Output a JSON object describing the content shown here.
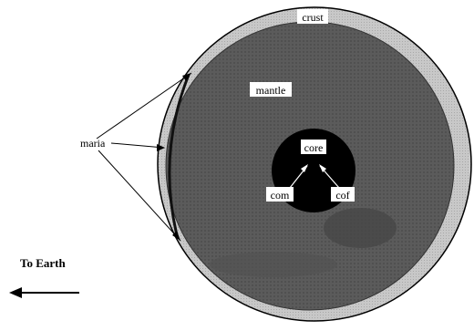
{
  "labels": {
    "crust": "crust",
    "mantle": "mantle",
    "maria": "maria",
    "core": "core",
    "com": "com",
    "cof": "cof",
    "direction": "To Earth"
  },
  "colors": {
    "crust": "#c2c2c2",
    "mantle": "#5b5b5b",
    "mantle_dark": "#4a4a4a",
    "core": "#000000",
    "line": "#000000",
    "label_bg": "#ffffff"
  }
}
